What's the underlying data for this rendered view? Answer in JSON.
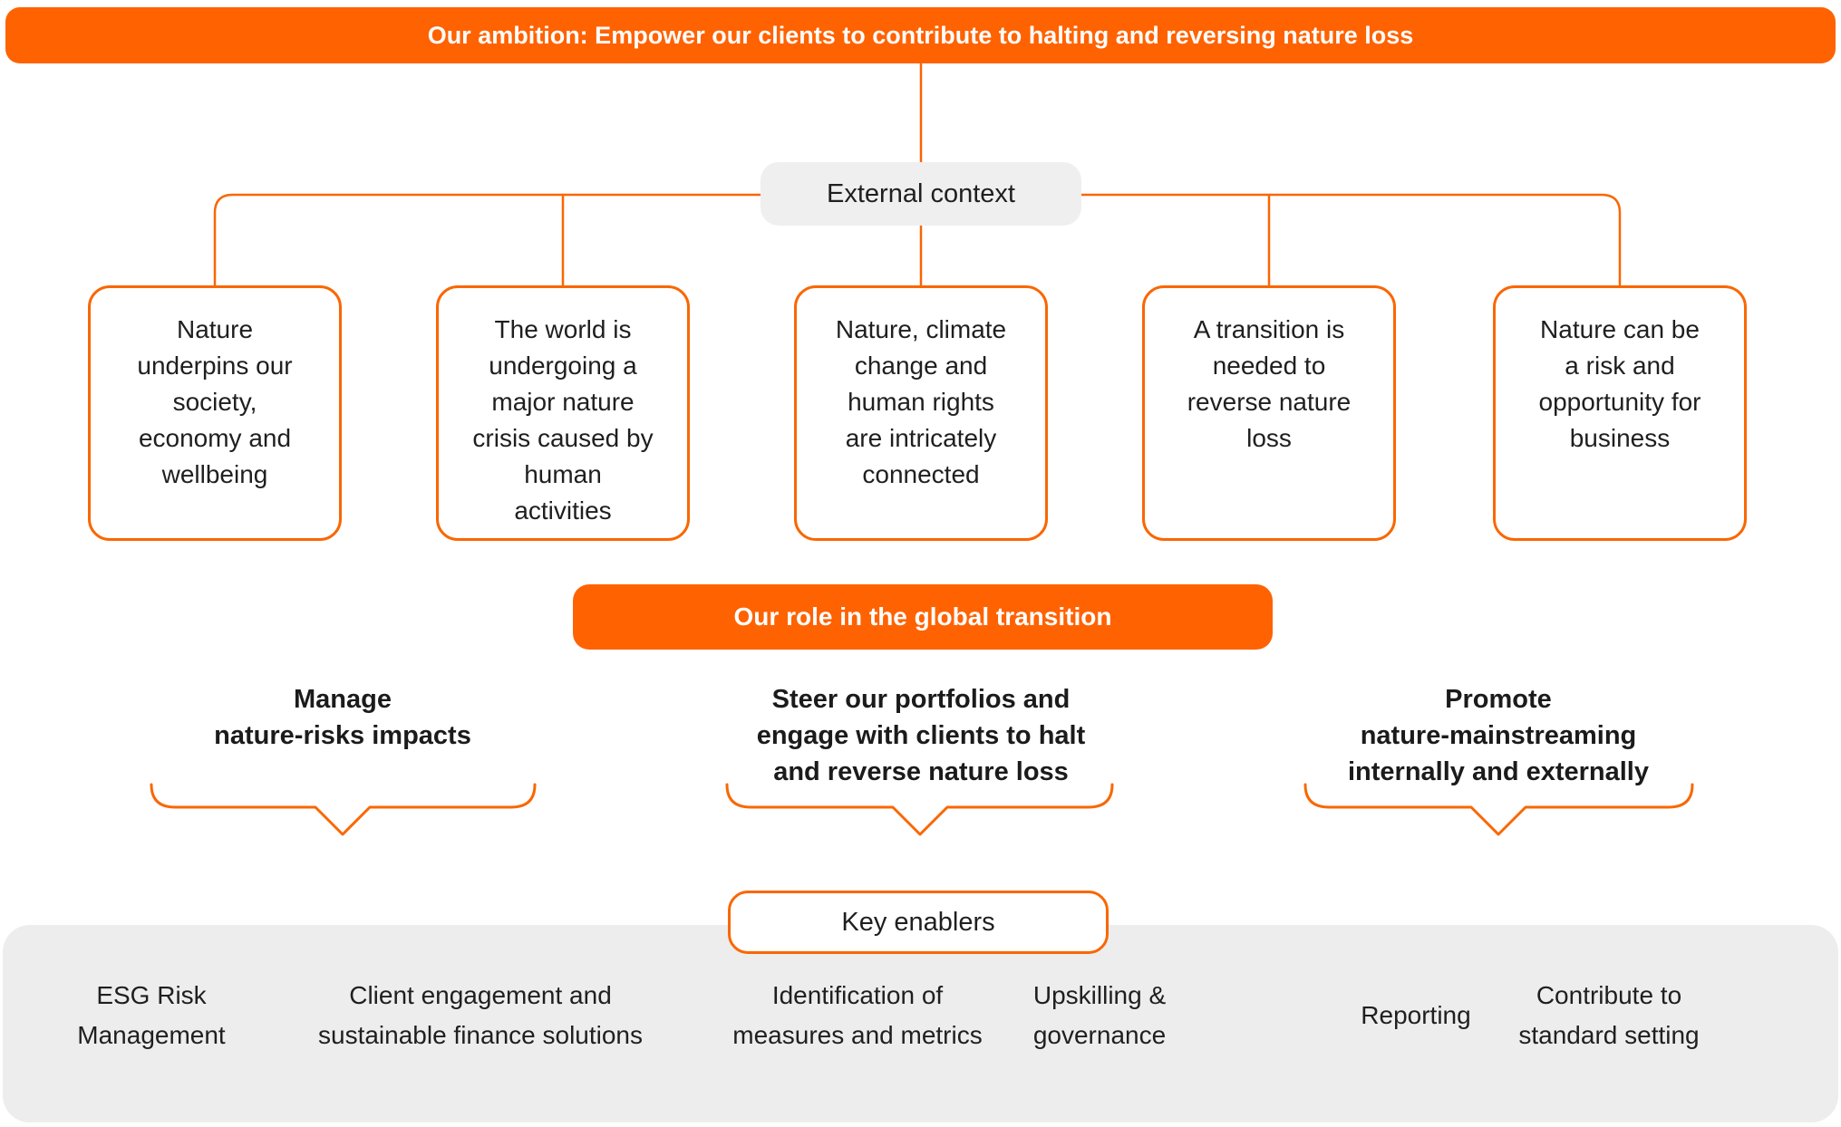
{
  "ambition_banner": {
    "text": "Our ambition: Empower our clients to contribute to halting and reversing nature loss"
  },
  "external_context": {
    "label": "External context",
    "boxes": [
      {
        "text": "Nature\nunderpins our\nsociety,\neconomy and\nwellbeing"
      },
      {
        "text": "The world is\nundergoing a\nmajor nature\ncrisis caused by\nhuman\nactivities"
      },
      {
        "text": "Nature, climate\nchange and\nhuman rights\nare intricately\nconnected"
      },
      {
        "text": "A transition is\nneeded to\nreverse nature\nloss"
      },
      {
        "text": "Nature can be\na risk and\nopportunity for\nbusiness"
      }
    ]
  },
  "role_banner": {
    "text": "Our role in the global transition"
  },
  "roles": [
    {
      "text": "Manage\nnature-risks  impacts"
    },
    {
      "text": "Steer our portfolios and\nengage with clients to halt\nand reverse nature loss"
    },
    {
      "text": "Promote\nnature-mainstreaming\ninternally and externally"
    }
  ],
  "key_enablers": {
    "label": "Key enablers",
    "items": [
      {
        "text": "ESG Risk\nManagement"
      },
      {
        "text": "Client engagement and\nsustainable finance solutions"
      },
      {
        "text": "Identification of\nmeasures and metrics"
      },
      {
        "text": "Upskilling &\ngovernance"
      },
      {
        "text": "Reporting"
      },
      {
        "text": "Contribute to\nstandard setting"
      }
    ]
  },
  "colors": {
    "accent_orange": "#FF6200",
    "line_orange": "#F96702",
    "panel_gray": "#EDEDED",
    "pill_gray": "#EFEFEF",
    "text_dark": "#1f1f1f"
  }
}
